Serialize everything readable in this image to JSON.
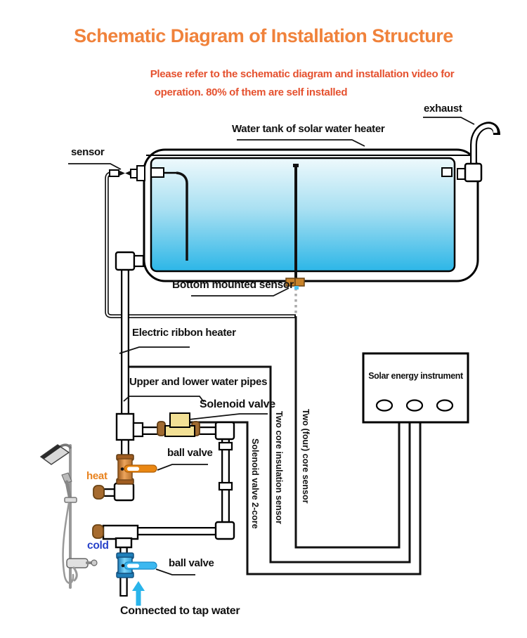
{
  "header": {
    "title": "Schematic Diagram of Installation Structure",
    "subtitle_line1": "Please refer to the schematic diagram and installation video for",
    "subtitle_line2": "operation. 80% of them  are self installed"
  },
  "labels": {
    "exhaust": "exhaust",
    "water_tank": "Water tank of solar water heater",
    "sensor": "sensor",
    "bottom_sensor": "Bottom mounted sensor",
    "ribbon_heater": "Electric ribbon heater",
    "water_pipes": "Upper and lower water pipes",
    "solenoid_valve": "Solenoid valve",
    "ball_valve_hot": "ball valve",
    "ball_valve_cold": "ball valve",
    "heat": "heat",
    "cold": "cold",
    "tap_water": "Connected to tap water",
    "instrument": "Solar energy instrument",
    "wire_solenoid": "Solenoid valve 2-core",
    "wire_insulation": "Two core insulation sensor",
    "wire_core": "Two (four) core sensor"
  },
  "colors": {
    "title": "#f0823b",
    "subtitle": "#e5512f",
    "heat_label": "#e8821e",
    "cold_label": "#2641c9",
    "tank_gradient_top": "#eef9fc",
    "tank_gradient_mid": "#a9e0f2",
    "tank_gradient_bottom": "#2cb6e7",
    "arrow": "#29b4ea",
    "solenoid_body": "#f2e095",
    "brass_fitting": "#a66b2f",
    "hot_handle": "#ea8712",
    "cold_valve": "#2e9fd9",
    "cold_handle": "#3cb8f0",
    "dotted_line": "#aaaaaa"
  }
}
